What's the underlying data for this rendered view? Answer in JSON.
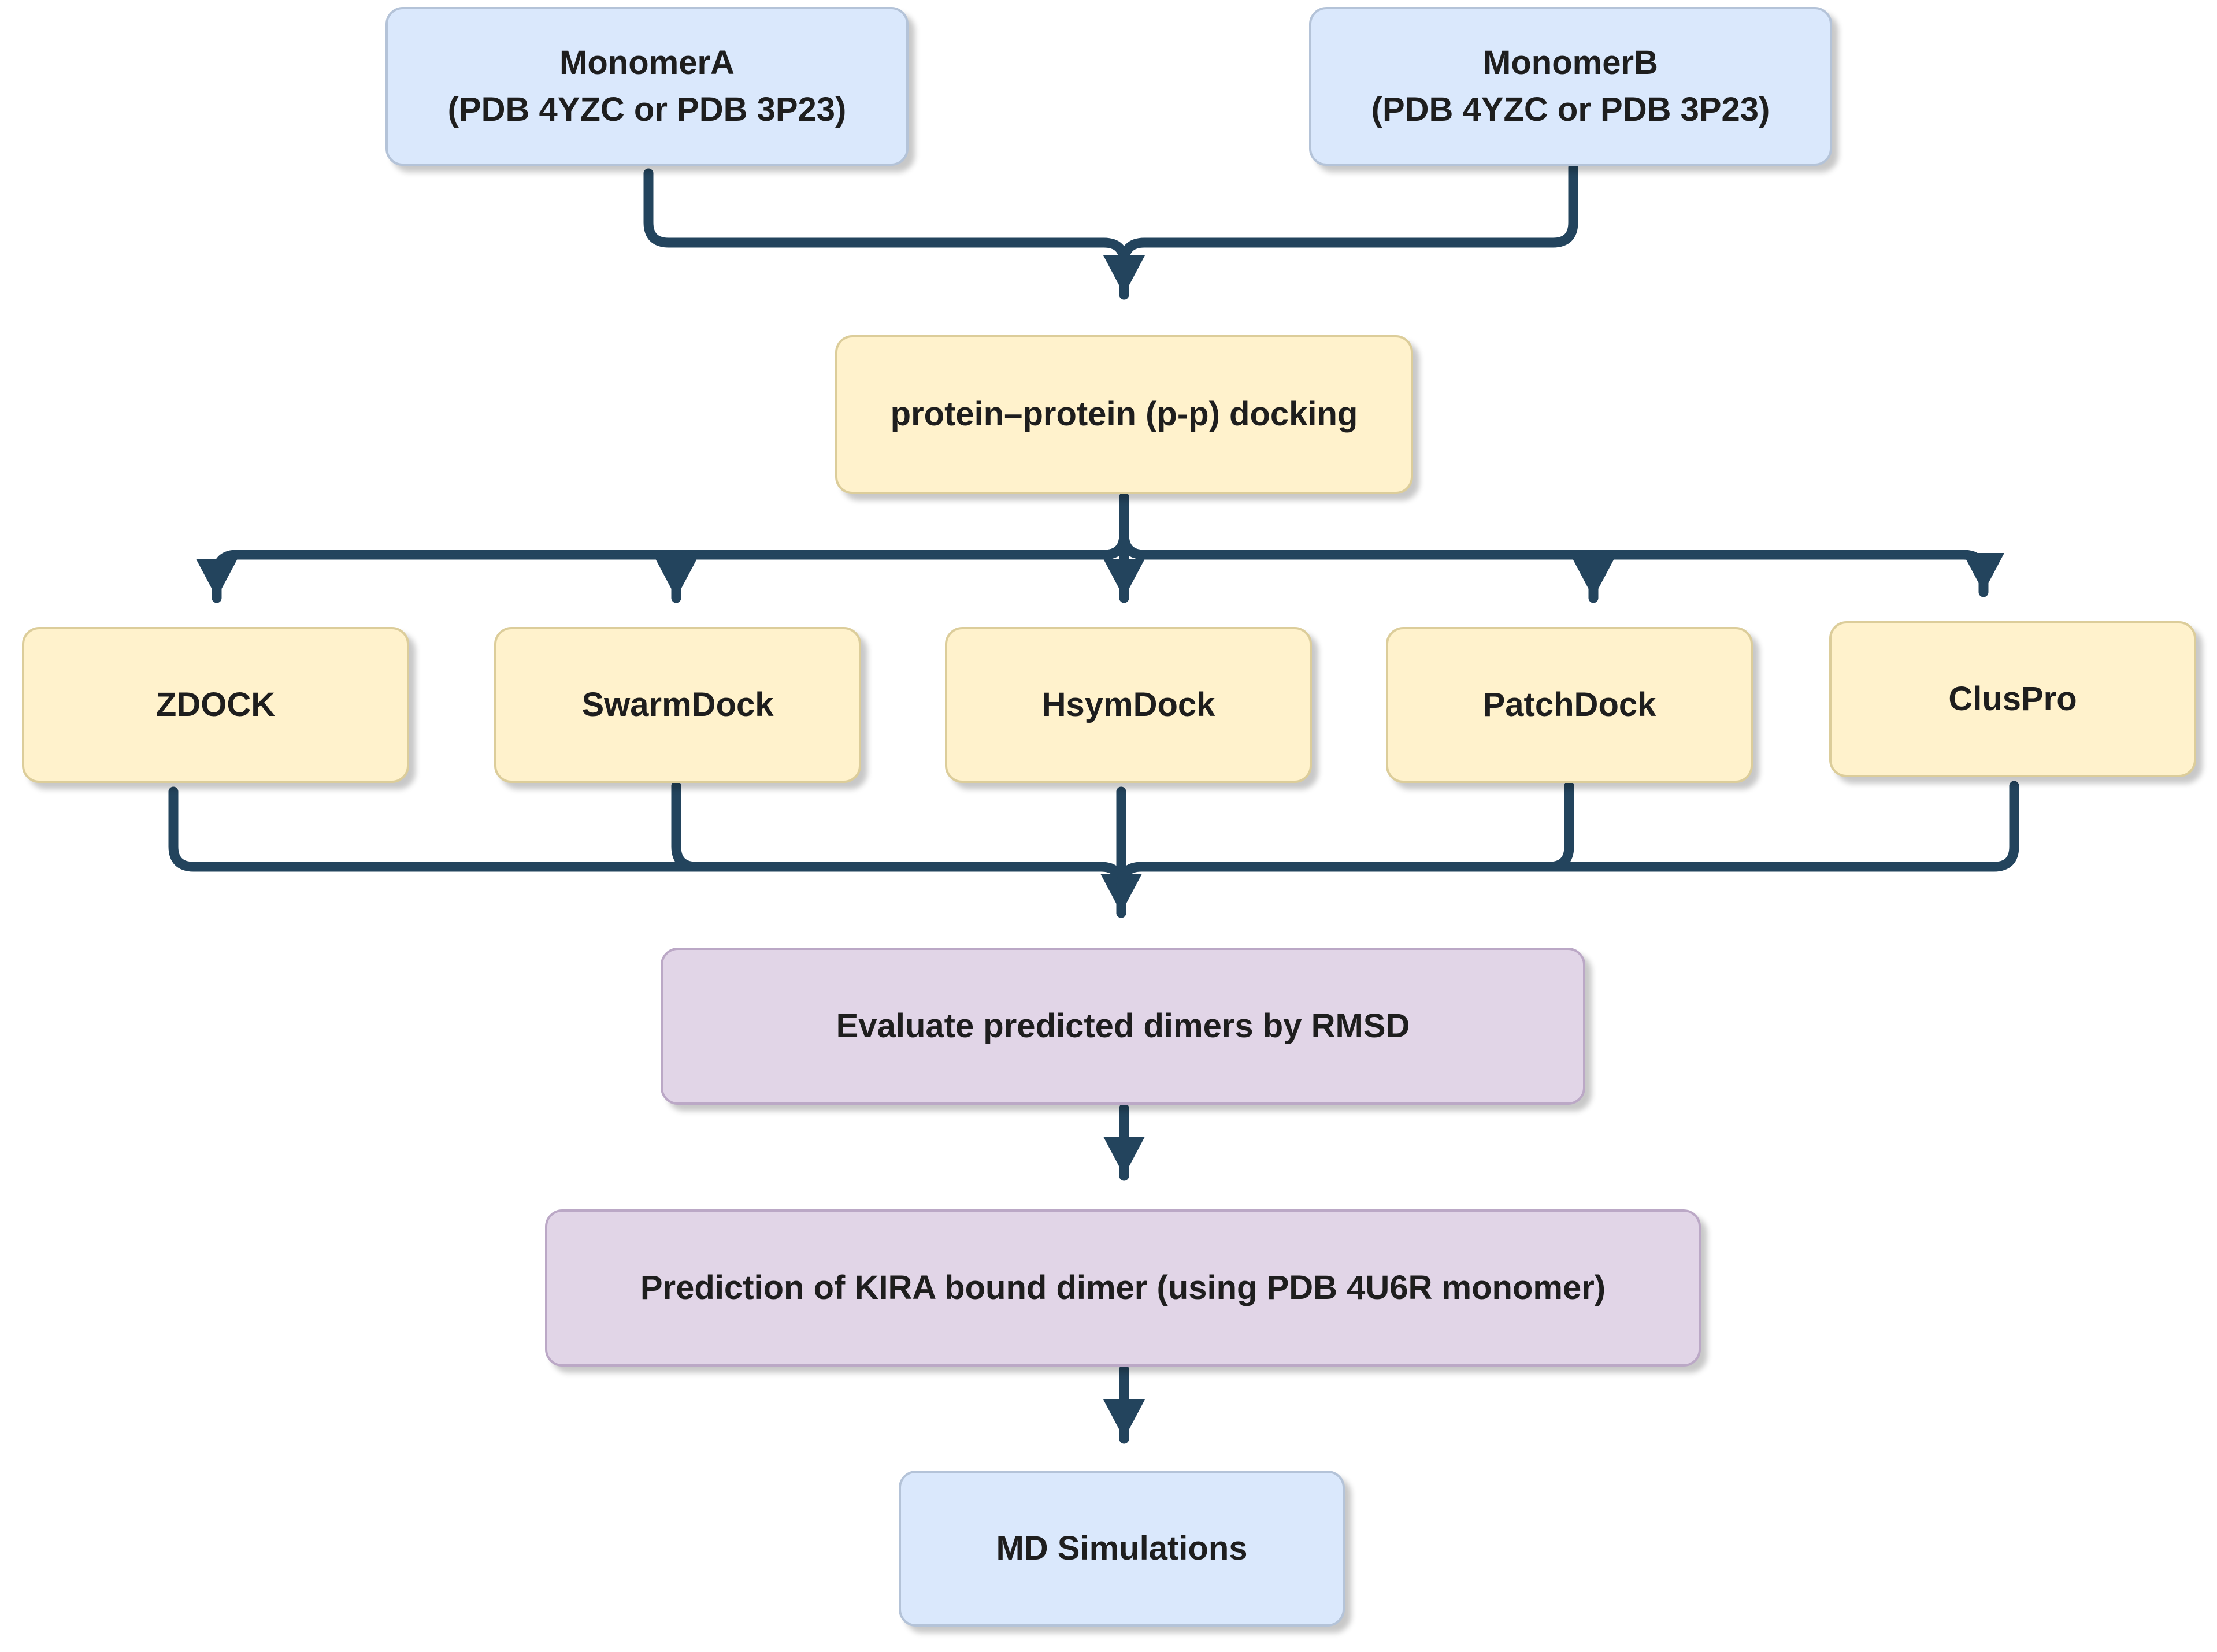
{
  "diagram": {
    "colors": {
      "connector": "#23445d",
      "input_fill": "#dae8fc",
      "docking_fill": "#fff2cc",
      "analysis_fill": "#e1d5e7"
    },
    "nodes": {
      "monomer_a": {
        "label": "MonomerA\n(PDB 4YZC or PDB 3P23)"
      },
      "monomer_b": {
        "label": "MonomerB\n(PDB 4YZC or PDB 3P23)"
      },
      "docking": {
        "label": "protein–protein (p-p) docking"
      },
      "zdock": {
        "label": "ZDOCK"
      },
      "swarmdock": {
        "label": "SwarmDock"
      },
      "hsymdock": {
        "label": "HsymDock"
      },
      "patchdock": {
        "label": "PatchDock"
      },
      "cluspro": {
        "label": "ClusPro"
      },
      "evaluate": {
        "label": "Evaluate predicted dimers by RMSD"
      },
      "prediction": {
        "label": "Prediction of KIRA bound dimer (using PDB 4U6R monomer)"
      },
      "md": {
        "label": "MD Simulations"
      }
    }
  }
}
